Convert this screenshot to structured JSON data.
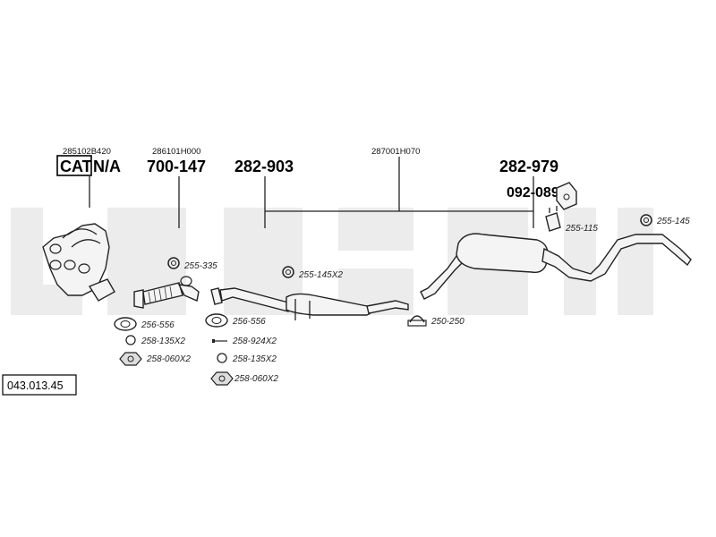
{
  "catalog_code": "043.013.45",
  "oe_numbers": {
    "manifold": "285102B420",
    "front_pipe": "286101H000",
    "system": "287001H070"
  },
  "parts": {
    "cat": "CAT",
    "cat_value": "N/A",
    "front_pipe": "700-147",
    "middle": "282-903",
    "rear": "282-979",
    "rear_extra": "092-089"
  },
  "hardware": {
    "h1": "255-335",
    "h2": "255-145X2",
    "h3": "256-556",
    "h4": "258-135X2",
    "h5": "258-060X2",
    "h6": "256-556",
    "h7": "258-924X2",
    "h8": "258-135X2",
    "h9": "258-060X2",
    "h10": "250-250",
    "h11": "255-115",
    "h12": "255-145"
  }
}
